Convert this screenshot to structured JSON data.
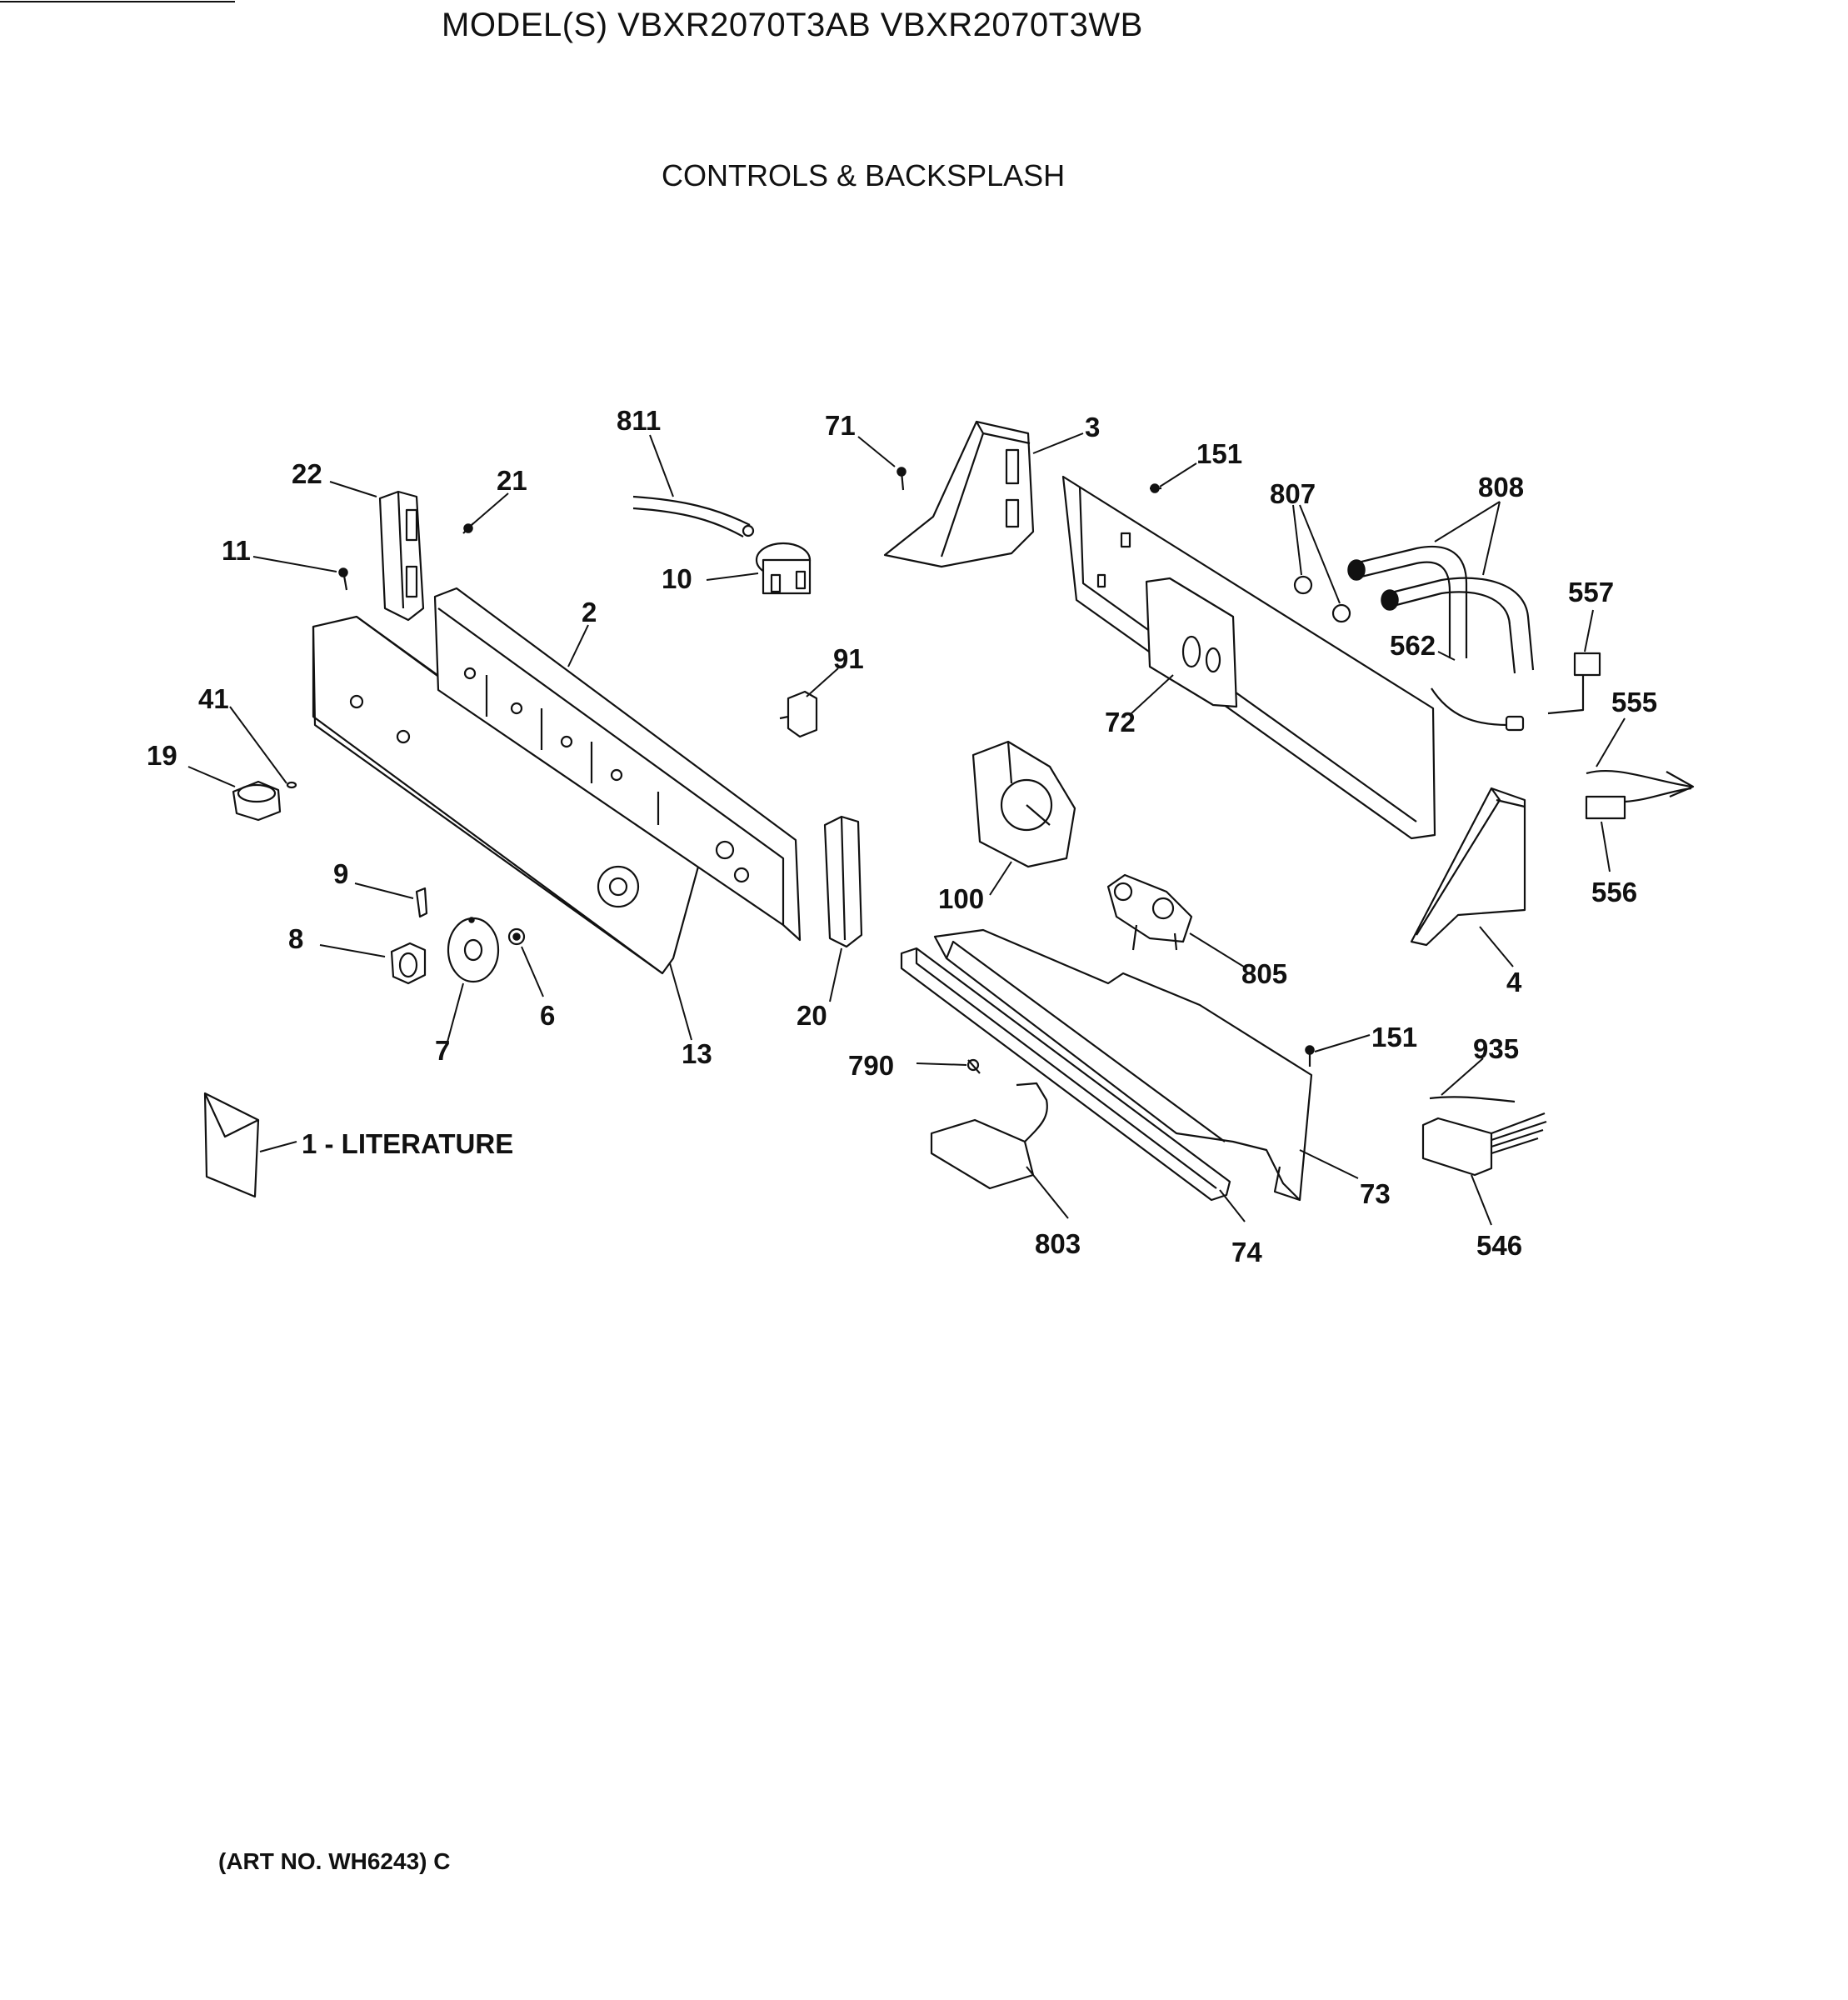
{
  "header": {
    "model_title": "MODEL(S) VBXR2070T3AB  VBXR2070T3WB",
    "section_title": "CONTROLS & BACKSPLASH"
  },
  "footer": {
    "art_no": "(ART NO. WH6243) C"
  },
  "callouts": {
    "c811": "811",
    "c71": "71",
    "c3": "3",
    "c151a": "151",
    "c807": "807",
    "c808": "808",
    "c22": "22",
    "c21": "21",
    "c11": "11",
    "c10": "10",
    "c2": "2",
    "c91": "91",
    "c557": "557",
    "c562": "562",
    "c72": "72",
    "c555": "555",
    "c41": "41",
    "c19": "19",
    "c556": "556",
    "c100": "100",
    "c9": "9",
    "c8": "8",
    "c805": "805",
    "c4": "4",
    "c6": "6",
    "c20": "20",
    "c7": "7",
    "c13": "13",
    "c151b": "151",
    "c935": "935",
    "c790": "790",
    "c73": "73",
    "c546": "546",
    "c803": "803",
    "c74": "74",
    "literature": "1 - LITERATURE"
  }
}
